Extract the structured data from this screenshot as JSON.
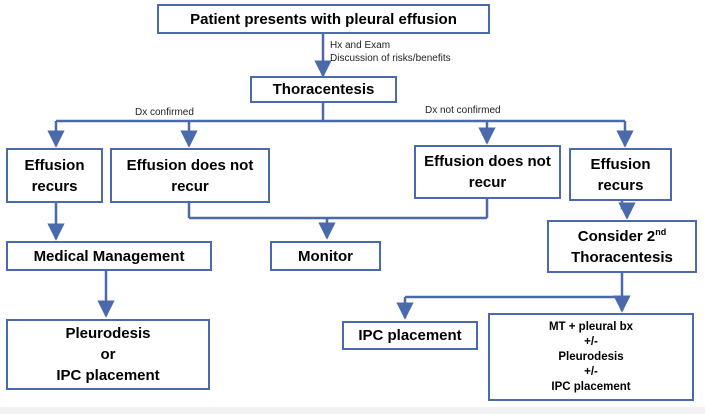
{
  "nodes": {
    "patient_presents": "Patient presents with pleural effusion",
    "thoracentesis": "Thoracentesis",
    "recurs_left": [
      "Effusion",
      "recurs"
    ],
    "no_recur_left": [
      "Effusion does not",
      "recur"
    ],
    "no_recur_right": [
      "Effusion does not",
      "recur"
    ],
    "recurs_right": [
      "Effusion",
      "recurs"
    ],
    "medical_management": "Medical Management",
    "monitor": "Monitor",
    "second_thoracentesis": {
      "prefix": "Consider 2",
      "superscript": "nd",
      "line2": "Thoracentesis"
    },
    "pleurodesis_or_ipc": [
      "Pleurodesis",
      "or",
      "IPC placement"
    ],
    "ipc_placement": "IPC placement",
    "mt_options": [
      "MT + pleural bx",
      "+/-",
      "Pleurodesis",
      "+/-",
      "IPC placement"
    ]
  },
  "notes": {
    "hx_exam": "Hx and Exam",
    "discussion": "Discussion of risks/benefits",
    "dx_confirmed": "Dx confirmed",
    "dx_not_confirmed": "Dx not confirmed"
  },
  "colors": {
    "line": "#4a6aab",
    "box_border": "#4a6aab"
  }
}
